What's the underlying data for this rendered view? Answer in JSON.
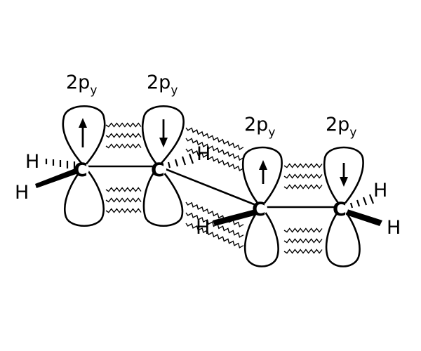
{
  "orbitals": [
    {
      "label": "2p",
      "subscript": "y",
      "spin": "up"
    },
    {
      "label": "2p",
      "subscript": "y",
      "spin": "down"
    },
    {
      "label": "2p",
      "subscript": "y",
      "spin": "up"
    },
    {
      "label": "2p",
      "subscript": "y",
      "spin": "down"
    }
  ],
  "carbon_symbol": "C",
  "hydrogen_symbol": "H",
  "colors": {
    "ink": "#000000",
    "background": "#ffffff"
  }
}
